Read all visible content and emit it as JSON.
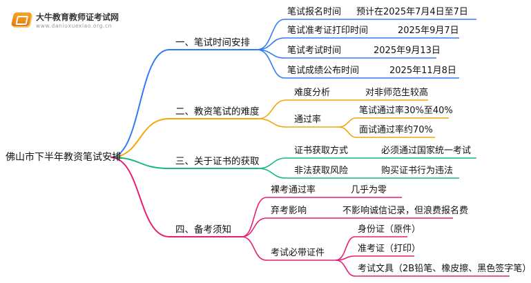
{
  "logo": {
    "title": "大牛教育教师证考试网",
    "url": "www.daniuxuexiao.org.cn"
  },
  "root": "佛山市下半年教资笔试安排",
  "colors": {
    "blue": "#2f7bf5",
    "orange": "#f3a60c",
    "green": "#17b97a",
    "pink": "#ea1d73",
    "text": "#111111"
  },
  "branches": [
    {
      "label": "一、笔试时间安排",
      "color": "blue",
      "items": [
        {
          "label": "笔试报名时间",
          "value": "预计在2025年7月4日至7日"
        },
        {
          "label": "笔试准考证打印时间",
          "value": "2025年9月7日"
        },
        {
          "label": "笔试考试时间",
          "value": "2025年9月13日"
        },
        {
          "label": "笔试成绩公布时间",
          "value": "2025年11月8日"
        }
      ]
    },
    {
      "label": "二、教资笔试的难度",
      "color": "orange",
      "items": [
        {
          "label": "难度分析",
          "value": "对非师范生较高"
        },
        {
          "label": "通过率",
          "values": [
            "笔试通过率30%至40%",
            "面试通过率约70%"
          ]
        }
      ]
    },
    {
      "label": "三、关于证书的获取",
      "color": "green",
      "items": [
        {
          "label": "证书获取方式",
          "value": "必须通过国家统一考试"
        },
        {
          "label": "非法获取风险",
          "value": "购买证书行为违法"
        }
      ]
    },
    {
      "label": "四、备考须知",
      "color": "pink",
      "items": [
        {
          "label": "裸考通过率",
          "value": "几乎为零"
        },
        {
          "label": "弃考影响",
          "value": "不影响诚信记录，但浪费报名费"
        },
        {
          "label": "考试必带证件",
          "values": [
            "身份证（原件）",
            "准考证（打印）",
            "考试文具（2B铅笔、橡皮擦、黑色签字笔）"
          ]
        }
      ]
    }
  ]
}
